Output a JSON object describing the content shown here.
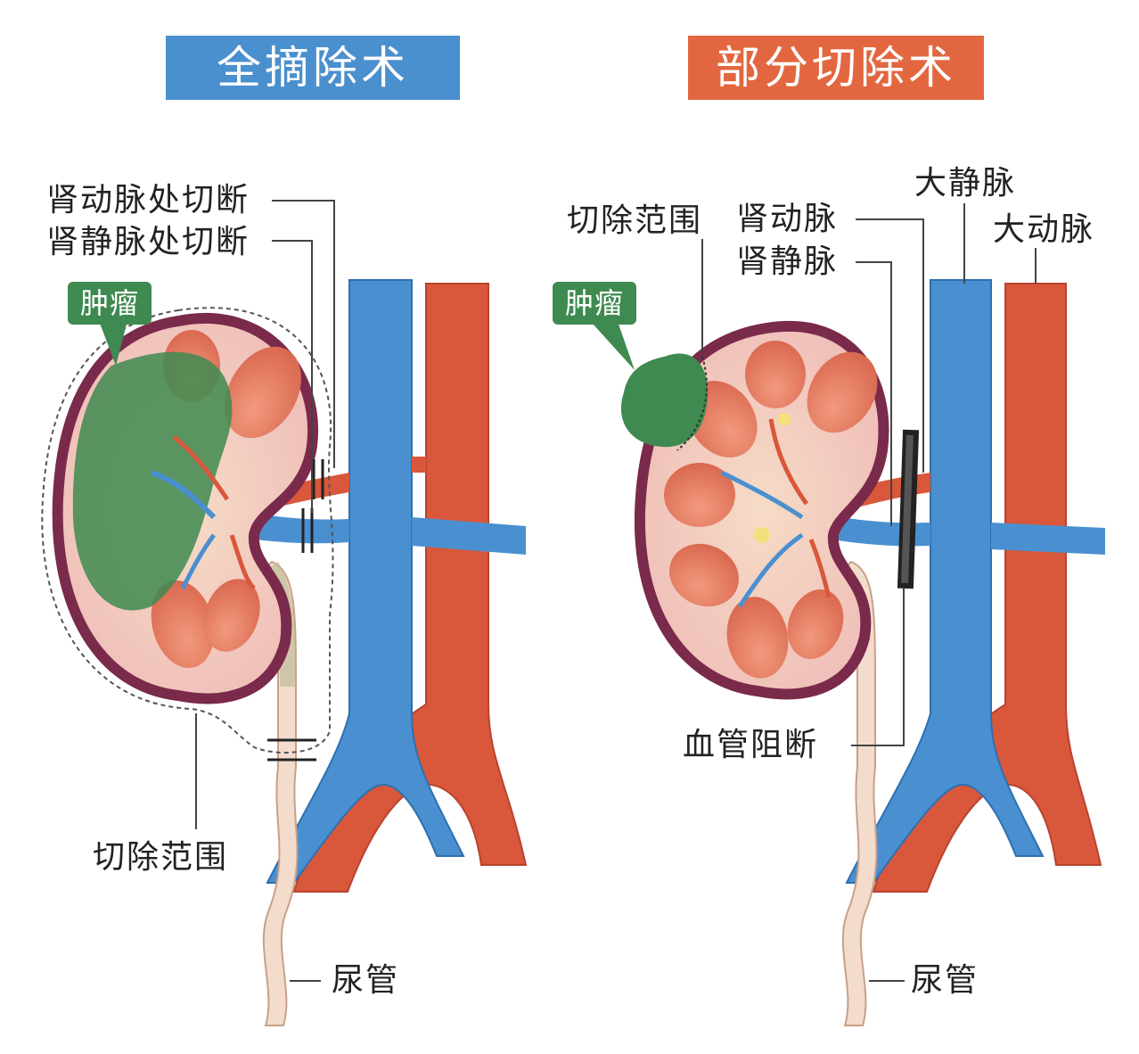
{
  "left_panel": {
    "title": "全摘除术",
    "labels": {
      "renal_artery_cut": "肾动脉处切断",
      "renal_vein_cut": "肾静脉处切断",
      "tumor": "肿瘤",
      "resection_range": "切除范围",
      "ureter": "尿管"
    }
  },
  "right_panel": {
    "title": "部分切除术",
    "labels": {
      "vena_cava": "大静脉",
      "aorta": "大动脉",
      "resection_range": "切除范围",
      "renal_artery": "肾动脉",
      "renal_vein": "肾静脉",
      "tumor": "肿瘤",
      "vascular_occlusion": "血管阻断",
      "ureter": "尿管"
    }
  },
  "colors": {
    "title_left_bg": "#4a8fce",
    "title_right_bg": "#e26740",
    "vein_blue": "#4a90d0",
    "artery_red": "#d9573a",
    "tumor_green": "#3e8a50",
    "kidney_capsule": "#7a2a4a",
    "kidney_tissue": "#f4c7c3"
  }
}
